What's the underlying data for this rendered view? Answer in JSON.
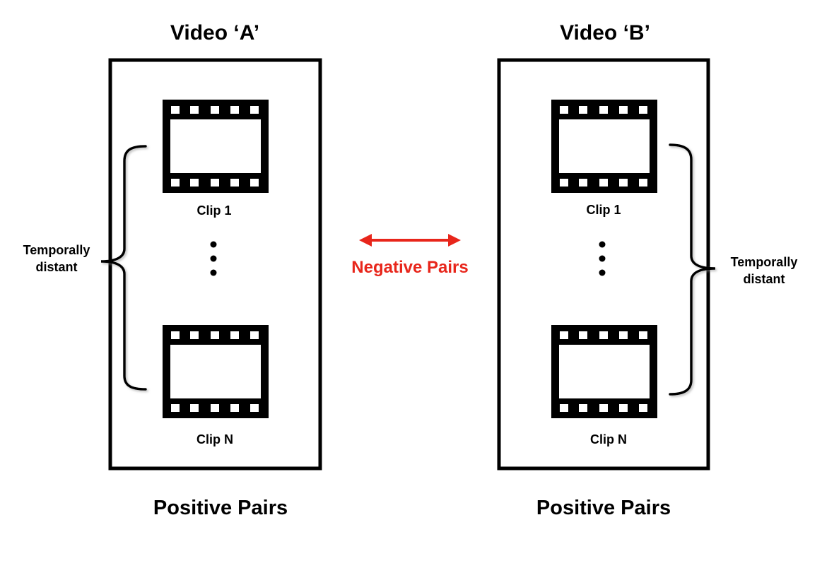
{
  "videos": [
    {
      "title": "Video ‘A’",
      "clip_top": "Clip 1",
      "clip_bottom": "Clip N",
      "side_label_line1": "Temporally",
      "side_label_line2": "distant",
      "footer": "Positive Pairs"
    },
    {
      "title": "Video ‘B’",
      "clip_top": "Clip 1",
      "clip_bottom": "Clip N",
      "side_label_line1": "Temporally",
      "side_label_line2": "distant",
      "footer": "Positive Pairs"
    }
  ],
  "center": {
    "label": "Negative Pairs"
  },
  "colors": {
    "negative_accent": "#e8261b",
    "stroke": "#000000"
  }
}
